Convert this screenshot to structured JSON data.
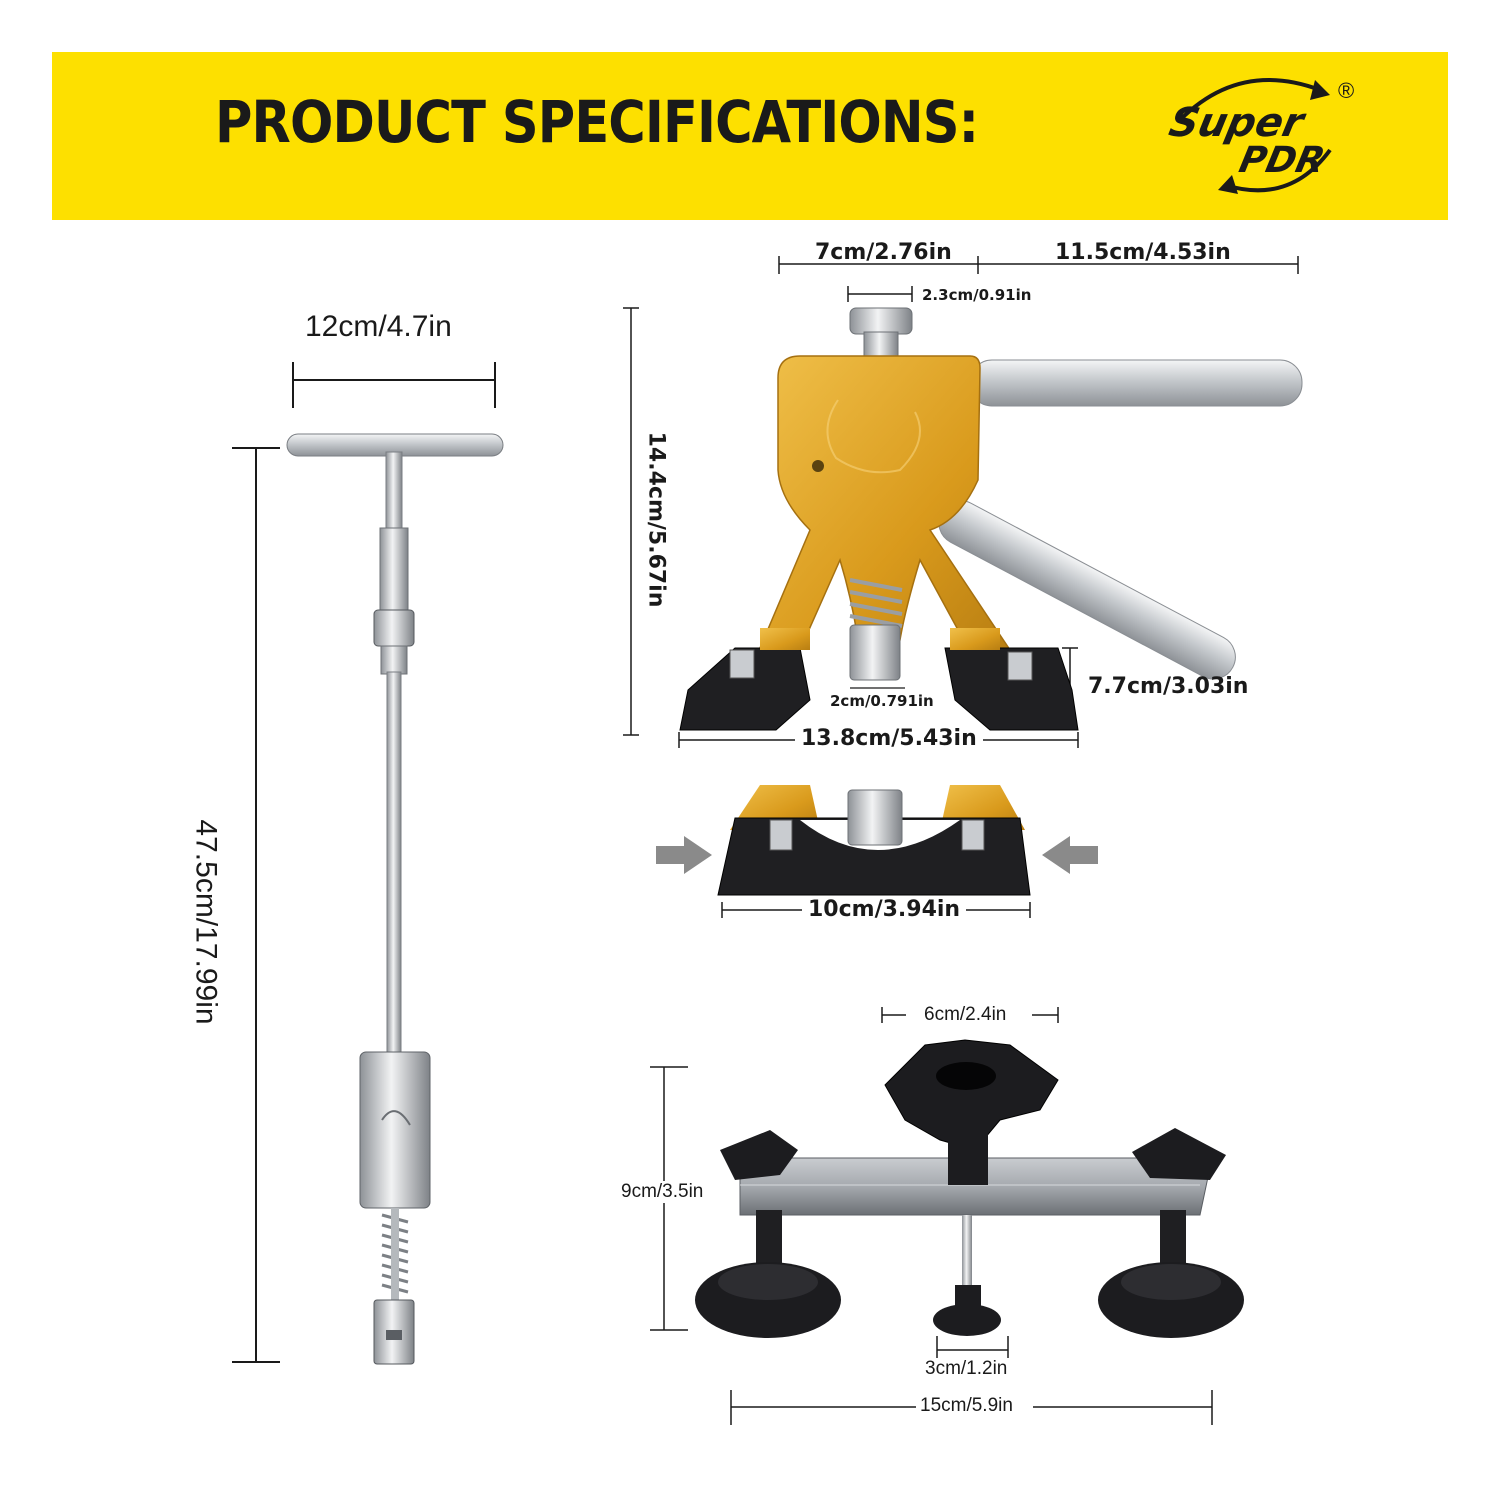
{
  "header": {
    "title": "PRODUCT SPECIFICATIONS:",
    "brand_logo_text_1": "Super",
    "brand_logo_text_2": "PDR",
    "registered_mark": "®"
  },
  "slide_hammer": {
    "width_label": "12cm/4.7in",
    "length_label": "47.5cm/17.99in"
  },
  "dent_lifter": {
    "handle_span_label": "7cm/2.76in",
    "handle_length_label": "11.5cm/4.53in",
    "knob_label": "2.3cm/0.91in",
    "height_label": "14.4cm/5.67in",
    "foot_depth_label": "7.7cm/3.03in",
    "tip_label": "2cm/0.791in",
    "base_width_label": "13.8cm/5.43in",
    "compressed_width_label": "10cm/3.94in"
  },
  "bridge_puller": {
    "knob_label": "6cm/2.4in",
    "height_label": "9cm/3.5in",
    "center_pad_label": "3cm/1.2in",
    "width_label": "15cm/5.9in"
  },
  "colors": {
    "banner": "#fde000",
    "gold": "#e0a82a",
    "black_part": "#1a1a1a",
    "steel": "#c8ccd0",
    "arrow": "#8a8a8a"
  }
}
